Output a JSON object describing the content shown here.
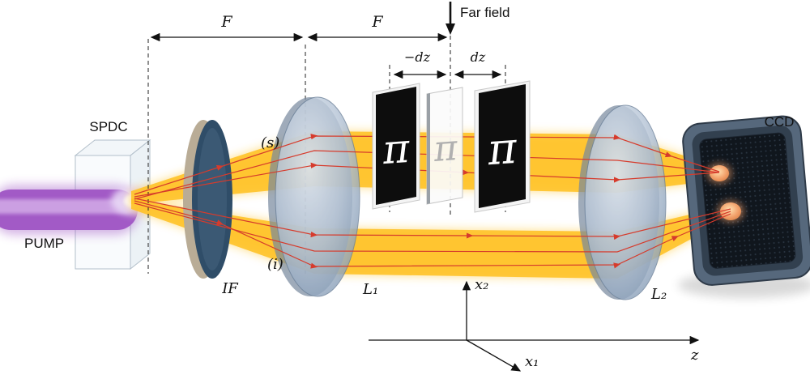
{
  "figure": {
    "labels": {
      "pump": "PUMP",
      "spdc": "SPDC",
      "interference_filter": "IF",
      "signal_mode": "(s)",
      "idler_mode": "(i)",
      "lens1": "L₁",
      "lens2": "L₂",
      "ccd": "CCD",
      "far_field": "Far field",
      "focal_length_left": "F",
      "focal_length_right": "F",
      "minus_dz": "−dz",
      "plus_dz": "dz",
      "axis_x2": "x₂",
      "axis_x1": "x₁",
      "axis_z": "z",
      "pi_mask_left": "π",
      "pi_mask_center": "π",
      "pi_mask_right": "π"
    },
    "colors": {
      "pump_beam": "#a25ac6",
      "spdc_beam": "#ffc224",
      "ray": "#d63b2c",
      "mask_plate": "#0d0d0d",
      "mask_center_glyph": "#b0b0b0",
      "ccd_spot": "#f2a06a",
      "lens_fill": "#b9c7d8",
      "filter_rim": "#2f4d68"
    }
  }
}
